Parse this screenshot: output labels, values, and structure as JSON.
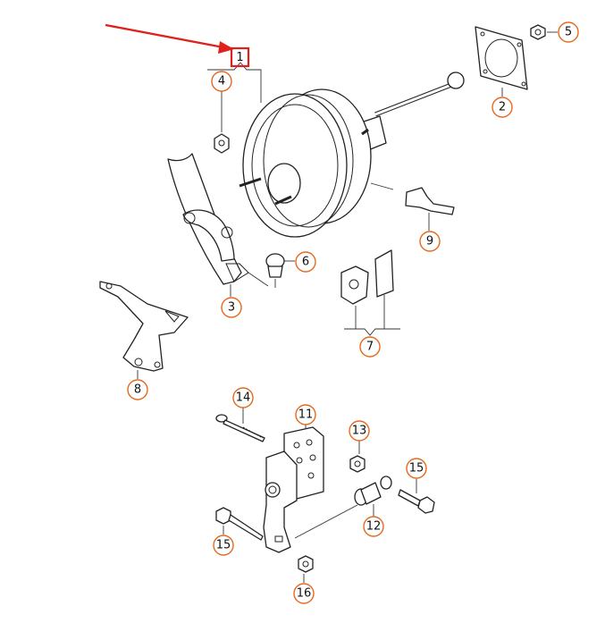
{
  "callouts": {
    "c1": "1",
    "c2": "2",
    "c3": "3",
    "c4": "4",
    "c5": "5",
    "c6": "6",
    "c7": "7",
    "c8": "8",
    "c9": "9",
    "c11": "11",
    "c12": "12",
    "c13": "13",
    "c14": "14",
    "c15a": "15",
    "c15b": "15",
    "c16": "16"
  },
  "colors": {
    "callout_ring": "#e46a1e",
    "highlight": "#e0201b",
    "ink": "#222222"
  }
}
